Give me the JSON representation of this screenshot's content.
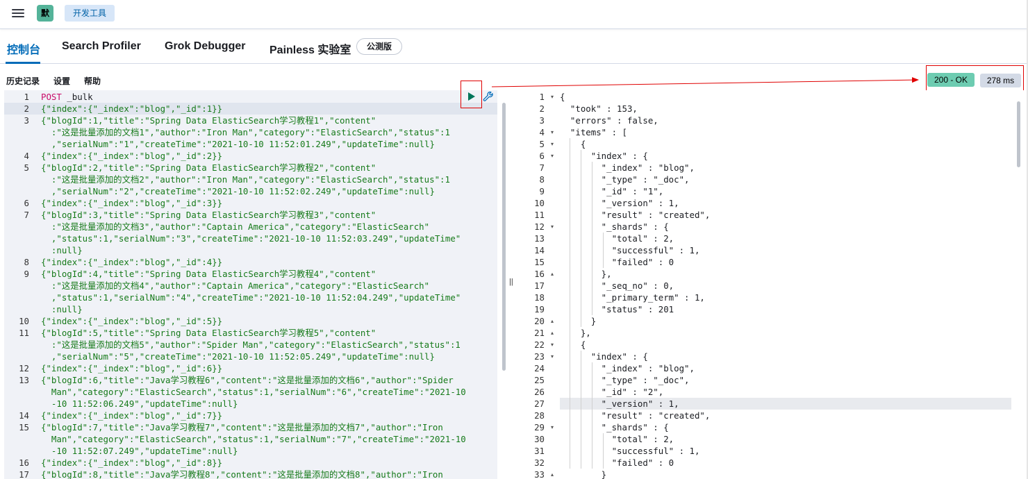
{
  "header": {
    "space_initial": "默",
    "app_name": "开发工具",
    "menu_icon": "menu-icon"
  },
  "tabs": [
    {
      "label": "控制台",
      "active": true
    },
    {
      "label": "Search Profiler",
      "active": false
    },
    {
      "label": "Grok Debugger",
      "active": false
    },
    {
      "label": "Painless 实验室",
      "active": false
    }
  ],
  "beta_badge": "公测版",
  "submenu": {
    "history": "历史记录",
    "settings": "设置",
    "help": "帮助"
  },
  "response_status": {
    "status": "200 - OK",
    "time": "278 ms",
    "status_color": "#6dccb1"
  },
  "request_lines": [
    {
      "n": "1",
      "segments": [
        {
          "c": "t-method",
          "t": "POST"
        },
        {
          "c": "t-url",
          "t": " _bulk"
        }
      ]
    },
    {
      "n": "2",
      "segments": [
        {
          "c": "t-body",
          "t": "{\"index\":{\"_index\":\"blog\",\"_id\":1}}"
        }
      ]
    },
    {
      "n": "3",
      "segments": [
        {
          "c": "t-body",
          "t": "{\"blogId\":1,\"title\":\"Spring Data ElasticSearch学习教程1\",\"content\""
        }
      ]
    },
    {
      "n": "",
      "segments": [
        {
          "c": "t-body",
          "t": "  :\"这是批量添加的文档1\",\"author\":\"Iron Man\",\"category\":\"ElasticSearch\",\"status\":1"
        }
      ]
    },
    {
      "n": "",
      "segments": [
        {
          "c": "t-body",
          "t": "  ,\"serialNum\":\"1\",\"createTime\":\"2021-10-10 11:52:01.249\",\"updateTime\":null}"
        }
      ]
    },
    {
      "n": "4",
      "segments": [
        {
          "c": "t-body",
          "t": "{\"index\":{\"_index\":\"blog\",\"_id\":2}}"
        }
      ]
    },
    {
      "n": "5",
      "segments": [
        {
          "c": "t-body",
          "t": "{\"blogId\":2,\"title\":\"Spring Data ElasticSearch学习教程2\",\"content\""
        }
      ]
    },
    {
      "n": "",
      "segments": [
        {
          "c": "t-body",
          "t": "  :\"这是批量添加的文档2\",\"author\":\"Iron Man\",\"category\":\"ElasticSearch\",\"status\":1"
        }
      ]
    },
    {
      "n": "",
      "segments": [
        {
          "c": "t-body",
          "t": "  ,\"serialNum\":\"2\",\"createTime\":\"2021-10-10 11:52:02.249\",\"updateTime\":null}"
        }
      ]
    },
    {
      "n": "6",
      "segments": [
        {
          "c": "t-body",
          "t": "{\"index\":{\"_index\":\"blog\",\"_id\":3}}"
        }
      ]
    },
    {
      "n": "7",
      "segments": [
        {
          "c": "t-body",
          "t": "{\"blogId\":3,\"title\":\"Spring Data ElasticSearch学习教程3\",\"content\""
        }
      ]
    },
    {
      "n": "",
      "segments": [
        {
          "c": "t-body",
          "t": "  :\"这是批量添加的文档3\",\"author\":\"Captain America\",\"category\":\"ElasticSearch\""
        }
      ]
    },
    {
      "n": "",
      "segments": [
        {
          "c": "t-body",
          "t": "  ,\"status\":1,\"serialNum\":\"3\",\"createTime\":\"2021-10-10 11:52:03.249\",\"updateTime\""
        }
      ]
    },
    {
      "n": "",
      "segments": [
        {
          "c": "t-body",
          "t": "  :null}"
        }
      ]
    },
    {
      "n": "8",
      "segments": [
        {
          "c": "t-body",
          "t": "{\"index\":{\"_index\":\"blog\",\"_id\":4}}"
        }
      ]
    },
    {
      "n": "9",
      "segments": [
        {
          "c": "t-body",
          "t": "{\"blogId\":4,\"title\":\"Spring Data ElasticSearch学习教程4\",\"content\""
        }
      ]
    },
    {
      "n": "",
      "segments": [
        {
          "c": "t-body",
          "t": "  :\"这是批量添加的文档4\",\"author\":\"Captain America\",\"category\":\"ElasticSearch\""
        }
      ]
    },
    {
      "n": "",
      "segments": [
        {
          "c": "t-body",
          "t": "  ,\"status\":1,\"serialNum\":\"4\",\"createTime\":\"2021-10-10 11:52:04.249\",\"updateTime\""
        }
      ]
    },
    {
      "n": "",
      "segments": [
        {
          "c": "t-body",
          "t": "  :null}"
        }
      ]
    },
    {
      "n": "10",
      "segments": [
        {
          "c": "t-body",
          "t": "{\"index\":{\"_index\":\"blog\",\"_id\":5}}"
        }
      ]
    },
    {
      "n": "11",
      "segments": [
        {
          "c": "t-body",
          "t": "{\"blogId\":5,\"title\":\"Spring Data ElasticSearch学习教程5\",\"content\""
        }
      ]
    },
    {
      "n": "",
      "segments": [
        {
          "c": "t-body",
          "t": "  :\"这是批量添加的文档5\",\"author\":\"Spider Man\",\"category\":\"ElasticSearch\",\"status\":1"
        }
      ]
    },
    {
      "n": "",
      "segments": [
        {
          "c": "t-body",
          "t": "  ,\"serialNum\":\"5\",\"createTime\":\"2021-10-10 11:52:05.249\",\"updateTime\":null}"
        }
      ]
    },
    {
      "n": "12",
      "segments": [
        {
          "c": "t-body",
          "t": "{\"index\":{\"_index\":\"blog\",\"_id\":6}}"
        }
      ]
    },
    {
      "n": "13",
      "segments": [
        {
          "c": "t-body",
          "t": "{\"blogId\":6,\"title\":\"Java学习教程6\",\"content\":\"这是批量添加的文档6\",\"author\":\"Spider"
        }
      ]
    },
    {
      "n": "",
      "segments": [
        {
          "c": "t-body",
          "t": "  Man\",\"category\":\"ElasticSearch\",\"status\":1,\"serialNum\":\"6\",\"createTime\":\"2021-10"
        }
      ]
    },
    {
      "n": "",
      "segments": [
        {
          "c": "t-body",
          "t": "  -10 11:52:06.249\",\"updateTime\":null}"
        }
      ]
    },
    {
      "n": "14",
      "segments": [
        {
          "c": "t-body",
          "t": "{\"index\":{\"_index\":\"blog\",\"_id\":7}}"
        }
      ]
    },
    {
      "n": "15",
      "segments": [
        {
          "c": "t-body",
          "t": "{\"blogId\":7,\"title\":\"Java学习教程7\",\"content\":\"这是批量添加的文档7\",\"author\":\"Iron"
        }
      ]
    },
    {
      "n": "",
      "segments": [
        {
          "c": "t-body",
          "t": "  Man\",\"category\":\"ElasticSearch\",\"status\":1,\"serialNum\":\"7\",\"createTime\":\"2021-10"
        }
      ]
    },
    {
      "n": "",
      "segments": [
        {
          "c": "t-body",
          "t": "  -10 11:52:07.249\",\"updateTime\":null}"
        }
      ]
    },
    {
      "n": "16",
      "segments": [
        {
          "c": "t-body",
          "t": "{\"index\":{\"_index\":\"blog\",\"_id\":8}}"
        }
      ]
    },
    {
      "n": "17",
      "segments": [
        {
          "c": "t-body",
          "t": "{\"blogId\":8,\"title\":\"Java学习教程8\",\"content\":\"这是批量添加的文档8\",\"author\":\"Iron"
        }
      ]
    }
  ],
  "response_lines": [
    {
      "n": "1",
      "fold": "down",
      "t": "{"
    },
    {
      "n": "2",
      "fold": "",
      "t": "  \"took\" : 153,"
    },
    {
      "n": "3",
      "fold": "",
      "t": "  \"errors\" : false,"
    },
    {
      "n": "4",
      "fold": "down",
      "t": "  \"items\" : ["
    },
    {
      "n": "5",
      "fold": "down",
      "t": "    {"
    },
    {
      "n": "6",
      "fold": "down",
      "t": "      \"index\" : {"
    },
    {
      "n": "7",
      "fold": "",
      "t": "        \"_index\" : \"blog\","
    },
    {
      "n": "8",
      "fold": "",
      "t": "        \"_type\" : \"_doc\","
    },
    {
      "n": "9",
      "fold": "",
      "t": "        \"_id\" : \"1\","
    },
    {
      "n": "10",
      "fold": "",
      "t": "        \"_version\" : 1,"
    },
    {
      "n": "11",
      "fold": "",
      "t": "        \"result\" : \"created\","
    },
    {
      "n": "12",
      "fold": "down",
      "t": "        \"_shards\" : {"
    },
    {
      "n": "13",
      "fold": "",
      "t": "          \"total\" : 2,"
    },
    {
      "n": "14",
      "fold": "",
      "t": "          \"successful\" : 1,"
    },
    {
      "n": "15",
      "fold": "",
      "t": "          \"failed\" : 0"
    },
    {
      "n": "16",
      "fold": "up",
      "t": "        },"
    },
    {
      "n": "17",
      "fold": "",
      "t": "        \"_seq_no\" : 0,"
    },
    {
      "n": "18",
      "fold": "",
      "t": "        \"_primary_term\" : 1,"
    },
    {
      "n": "19",
      "fold": "",
      "t": "        \"status\" : 201"
    },
    {
      "n": "20",
      "fold": "up",
      "t": "      }"
    },
    {
      "n": "21",
      "fold": "up",
      "t": "    },"
    },
    {
      "n": "22",
      "fold": "down",
      "t": "    {"
    },
    {
      "n": "23",
      "fold": "down",
      "t": "      \"index\" : {"
    },
    {
      "n": "24",
      "fold": "",
      "t": "        \"_index\" : \"blog\","
    },
    {
      "n": "25",
      "fold": "",
      "t": "        \"_type\" : \"_doc\","
    },
    {
      "n": "26",
      "fold": "",
      "t": "        \"_id\" : \"2\","
    },
    {
      "n": "27",
      "fold": "",
      "t": "        \"_version\" : 1,"
    },
    {
      "n": "28",
      "fold": "",
      "t": "        \"result\" : \"created\","
    },
    {
      "n": "29",
      "fold": "down",
      "t": "        \"_shards\" : {"
    },
    {
      "n": "30",
      "fold": "",
      "t": "          \"total\" : 2,"
    },
    {
      "n": "31",
      "fold": "",
      "t": "          \"successful\" : 1,"
    },
    {
      "n": "32",
      "fold": "",
      "t": "          \"failed\" : 0"
    },
    {
      "n": "33",
      "fold": "up",
      "t": "        }"
    }
  ],
  "icons": {
    "run": "play-icon",
    "wrench": "wrench-icon",
    "resize": "resize-handle-icon"
  },
  "annotation_color": "#e00000"
}
